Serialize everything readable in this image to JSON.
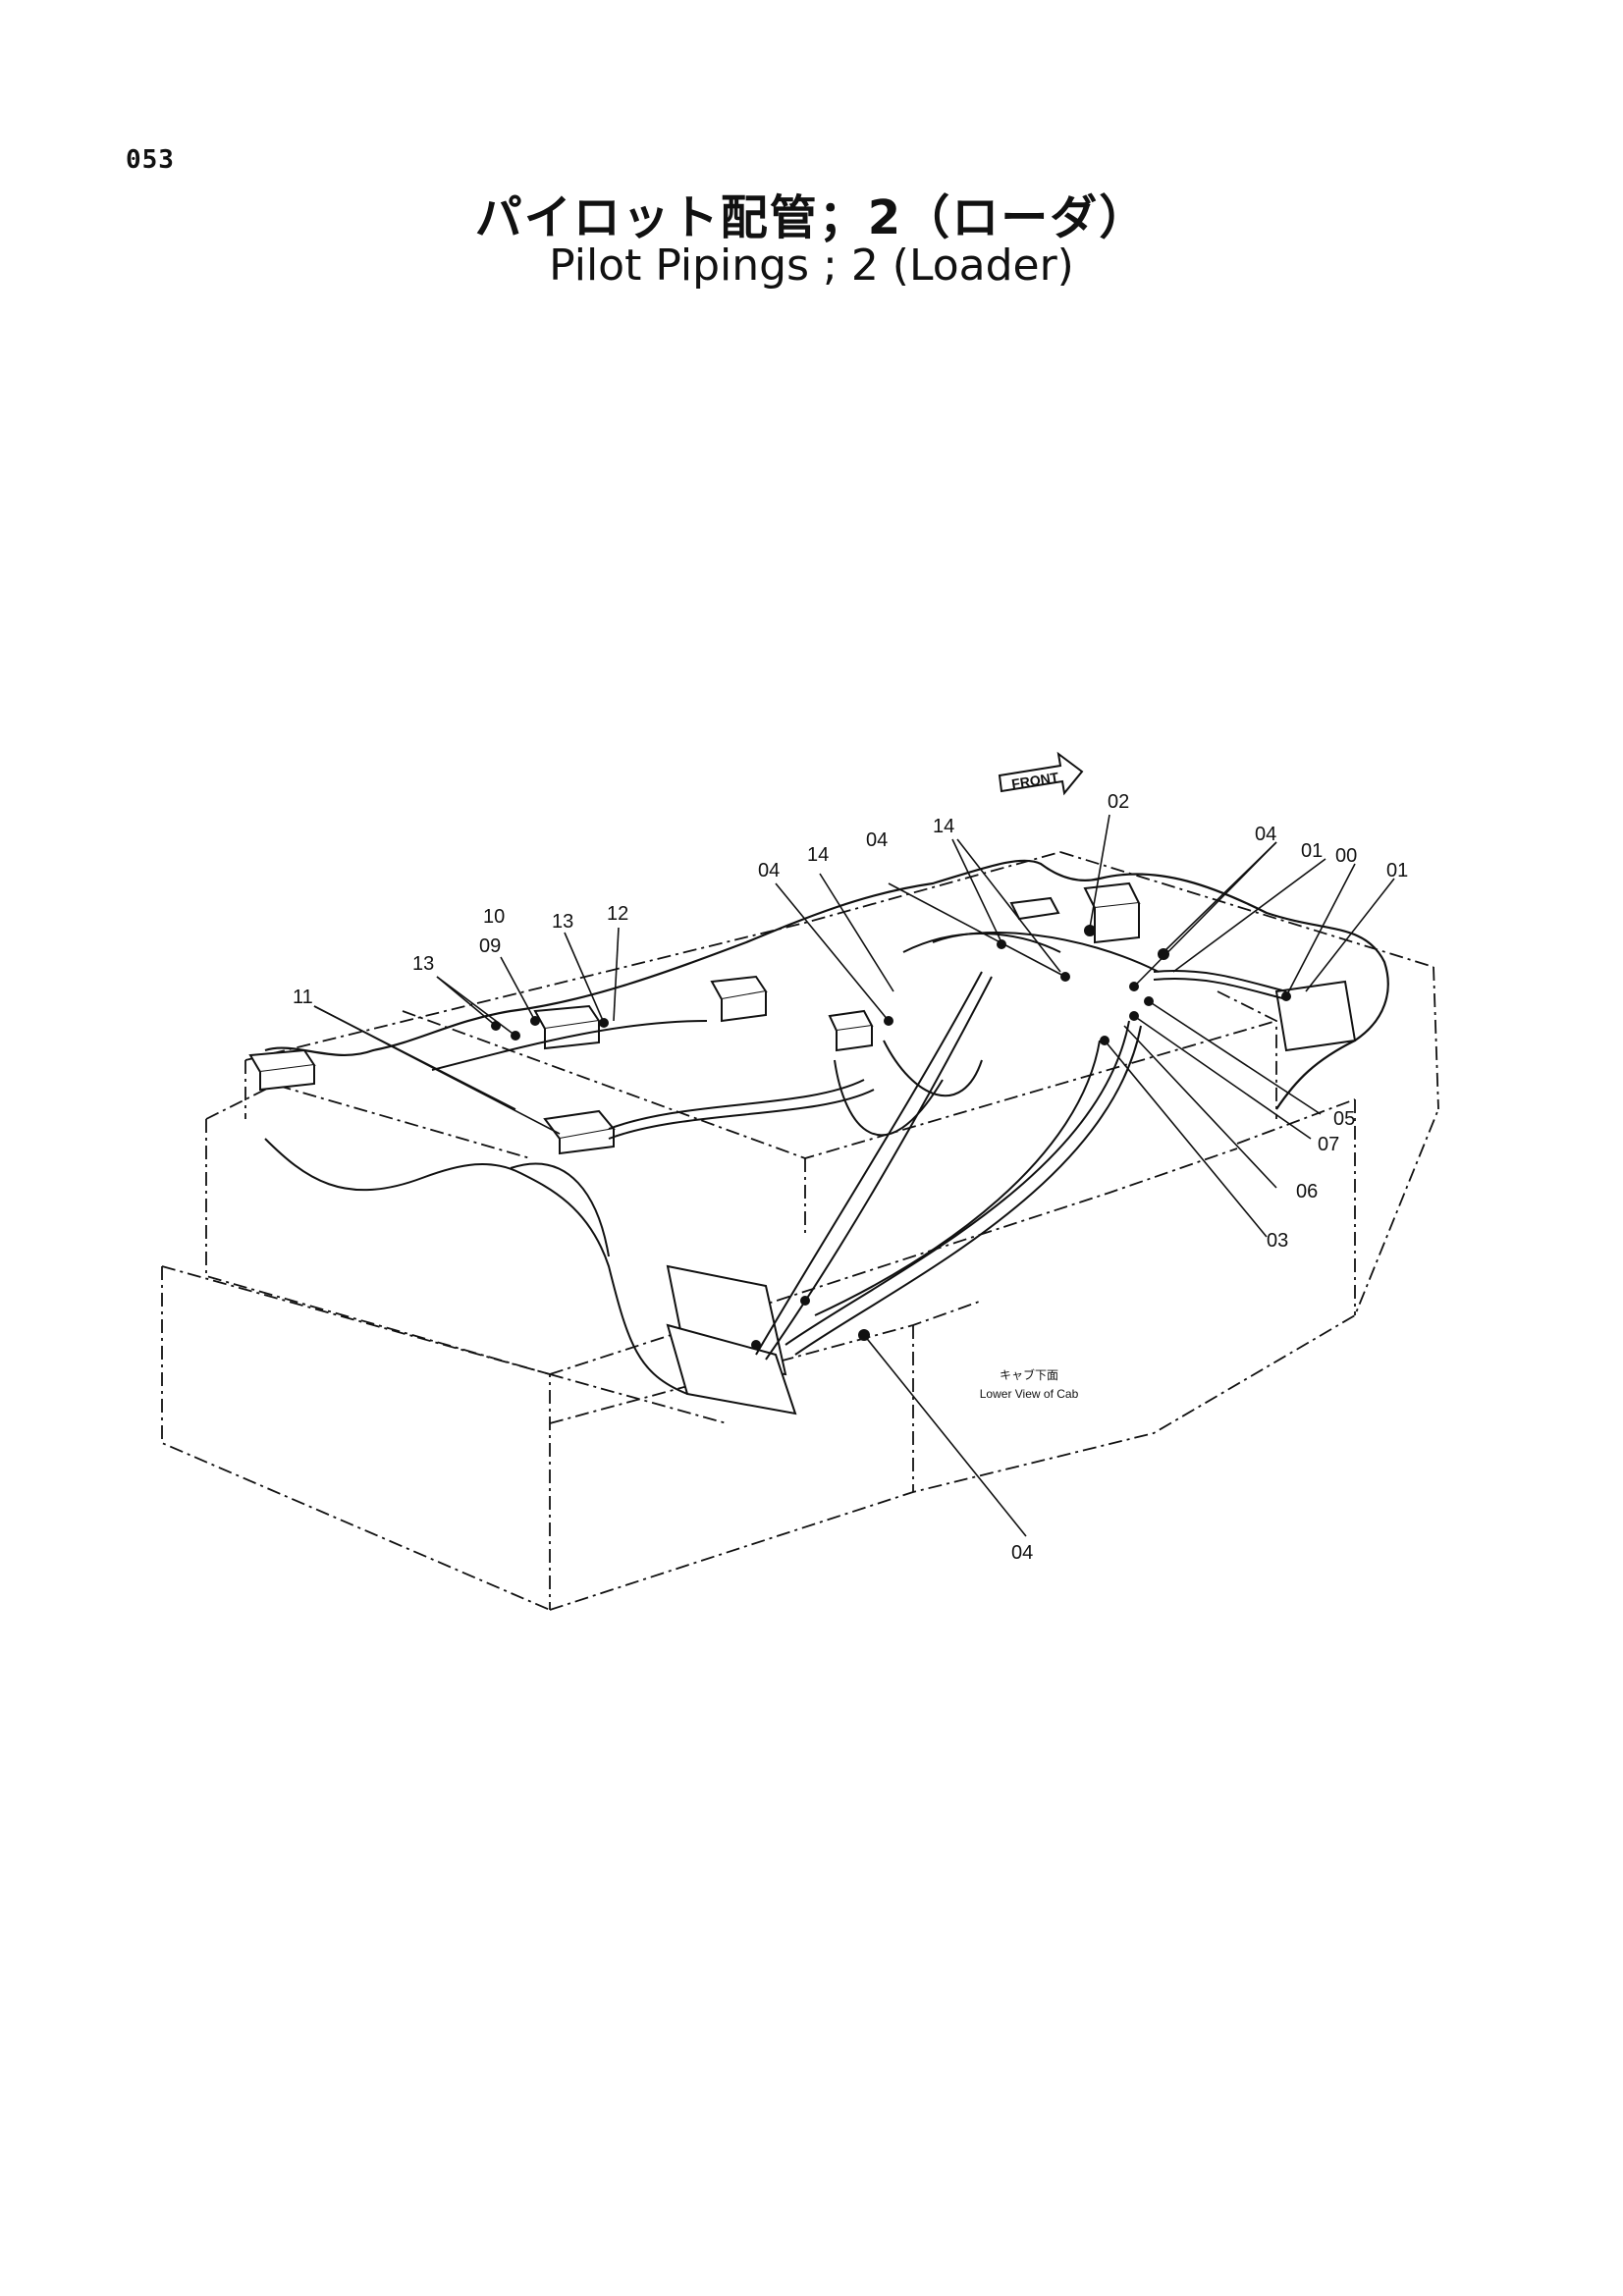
{
  "page_number": "053",
  "title_ja": "パイロット配管；2（ローダ）",
  "title_en": "Pilot Pipings ; 2 (Loader)",
  "front_label": "FRONT",
  "view_label_ja": "キャブ下面",
  "view_label_en": "Lower View of Cab",
  "callouts": {
    "c02": "02",
    "c14_top": "14",
    "c04_a": "04",
    "c14_b": "14",
    "c04_b": "04",
    "c04_c": "04",
    "c01_a": "01",
    "c00": "00",
    "c01_b": "01",
    "c10": "10",
    "c09": "09",
    "c13_a": "13",
    "c12": "12",
    "c13_b": "13",
    "c11": "11",
    "c05": "05",
    "c07": "07",
    "c06": "06",
    "c03": "03",
    "c04_bottom": "04"
  }
}
